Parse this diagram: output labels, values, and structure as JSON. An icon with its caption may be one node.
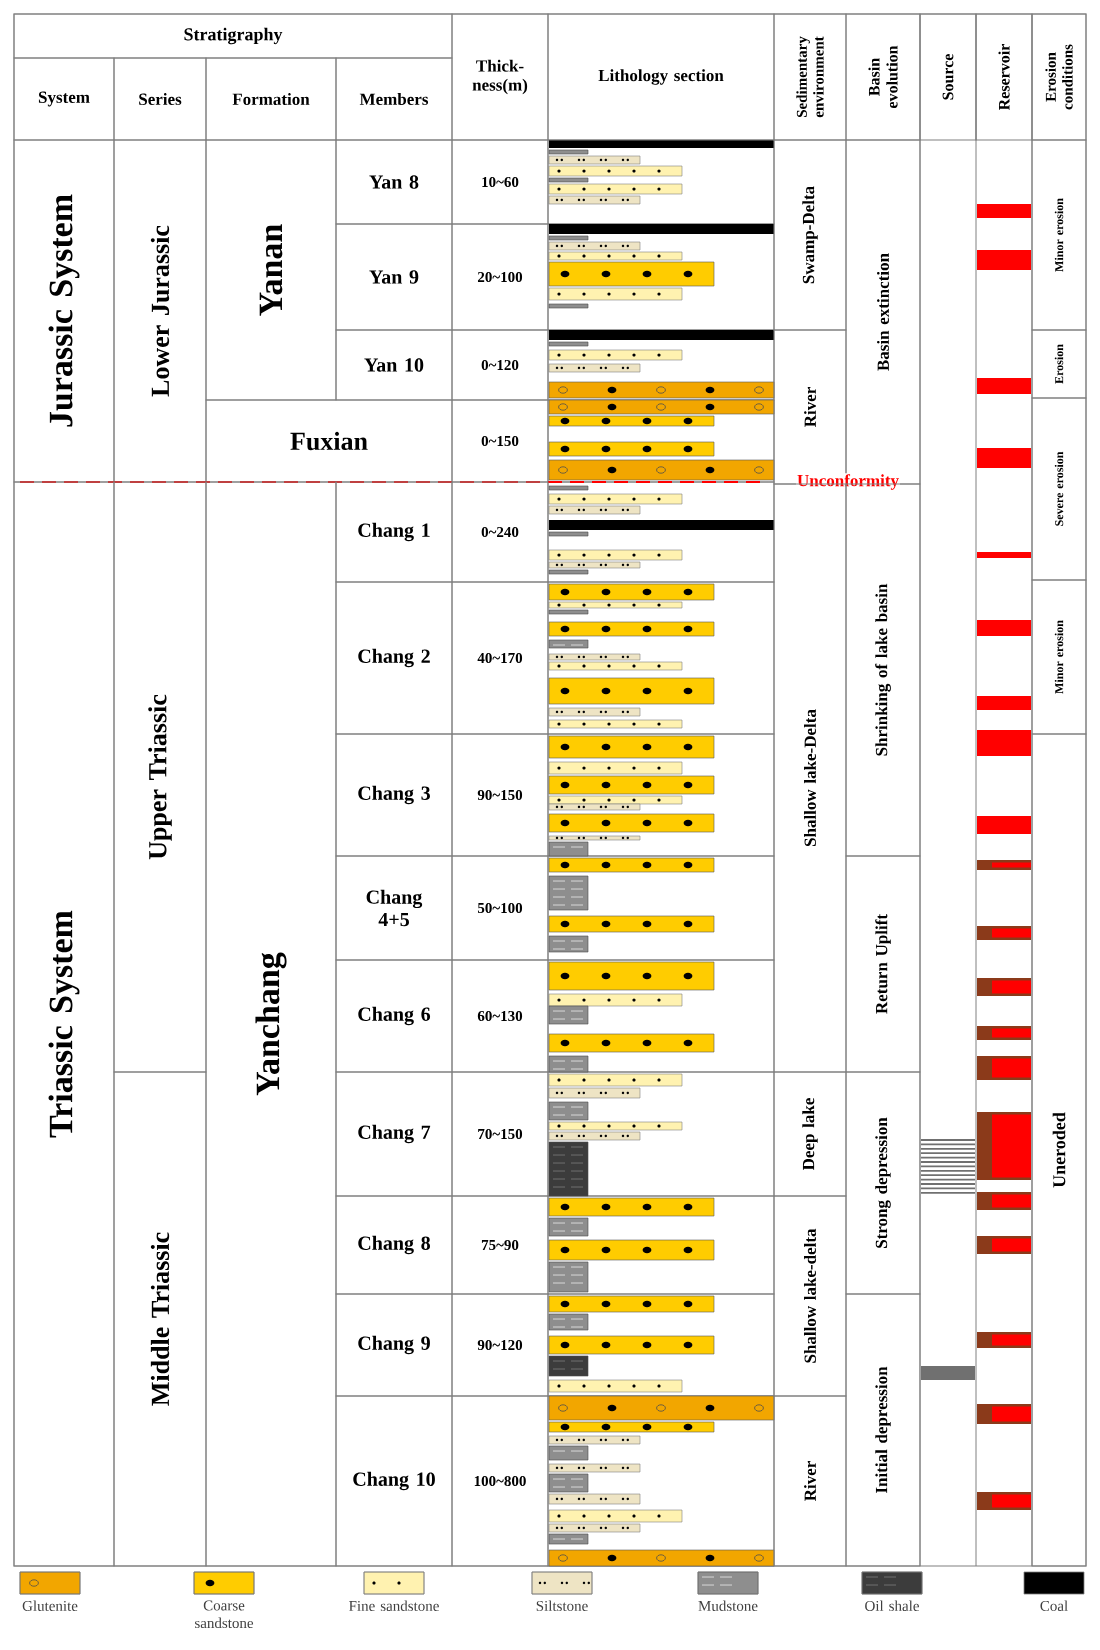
{
  "diagram": {
    "labels": [
      "Stratigraphy",
      "System",
      "Series",
      "Formation",
      "Members",
      "Thick- ness(m)",
      "Lithology section",
      "Sedimentary environment",
      "Basin evolution",
      "Source",
      "Reservoir",
      "Erosion conditions",
      "Jurassic System",
      "Lower Jurassic",
      "Yanan",
      "Yan 8",
      "10~60",
      "Swamp-Delta",
      "Basin extinction",
      "Minor erosion",
      "Yan 9",
      "20~100",
      "Yan 10",
      "0~120",
      "River",
      "Erosion",
      "Fuxian",
      "0~150",
      "Severe erosion",
      "Unconformity",
      "Triassic System",
      "Upper Triassic",
      "Yanchang",
      "Chang 1",
      "0~240",
      "Shallow lake-Delta",
      "Shrinking of lake basin",
      "Chang 2",
      "40~170",
      "Minor erosion",
      "Chang 3",
      "90~150",
      "Uneroded",
      "Chang 4+5",
      "50~100",
      "Return Uplift",
      "Chang 6",
      "60~130",
      "Middle Triassic",
      "Chang 7",
      "70~150",
      "Deep lake",
      "Strong depression",
      "Chang 8",
      "75~90",
      "Shallow lake-delta",
      "Chang 9",
      "90~120",
      "Initial depression",
      "Chang 10",
      "100~800",
      "River"
    ],
    "legend": [
      {
        "text": "Glutenite"
      },
      {
        "text": "Coarse sandstone"
      },
      {
        "text": "Fine sandstone"
      },
      {
        "text": "Siltstone"
      },
      {
        "text": "Mudstone"
      },
      {
        "text": "Oil shale"
      },
      {
        "text": "Coal"
      }
    ]
  }
}
